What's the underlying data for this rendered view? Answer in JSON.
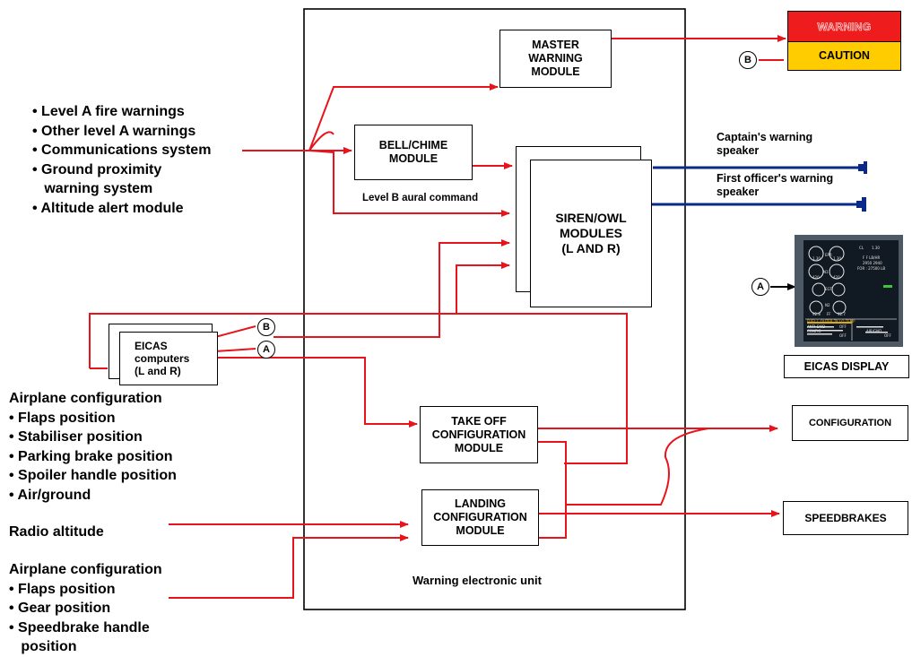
{
  "input_lists": {
    "top": [
      "• Level A fire warnings",
      "• Other level A warnings",
      "• Communications system",
      "• Ground proximity",
      "   warning system",
      "• Altitude alert module"
    ],
    "airplane_config_1": [
      "Airplane configuration",
      "• Flaps position",
      "• Stabiliser position",
      "• Parking brake position",
      "• Spoiler handle position",
      "• Air/ground"
    ],
    "radio_altitude": "Radio altitude",
    "airplane_config_2": [
      "Airplane configuration",
      "• Flaps position",
      "• Gear position",
      "• Speedbrake handle",
      "   position"
    ]
  },
  "modules": {
    "master_warning": "MASTER\nWARNING\nMODULE",
    "bell_chime": "BELL/CHIME\nMODULE",
    "siren_owl": "SIREN/OWL\nMODULES\n(L AND R)",
    "eicas_computers": "EICAS\ncomputers\n(L and R)",
    "takeoff_config": "TAKE OFF\nCONFIGURATION\nMODULE",
    "landing_config": "LANDING\nCONFIGURATION\nMODULE"
  },
  "labels": {
    "level_b_aural": "Level B aural command",
    "warning_unit": "Warning electronic unit",
    "captain_speaker": "Captain's warning\nspeaker",
    "fo_speaker": "First officer's warning\nspeaker",
    "eicas_display": "EICAS DISPLAY"
  },
  "annunciators": {
    "warning": "WARNING",
    "caution": "CAUTION",
    "warning_color": "#ee1c1c",
    "caution_color": "#ffcc00"
  },
  "outputs": {
    "configuration": "CONFIGURATION",
    "speedbrakes": "SPEEDBRAKES"
  },
  "badges": {
    "a": "A",
    "b": "B"
  },
  "eicas_screen": {
    "gauge_labels": [
      "EPR",
      "N1",
      "EGT",
      "N2",
      "FF"
    ],
    "gauge_values": [
      "1.30",
      "1.30",
      "420",
      "420",
      "92.8",
      "92.7"
    ],
    "top_right": [
      "CL",
      "1.30",
      "F F  LB/HR",
      "2950  2940",
      "FOR : 27500 LB"
    ],
    "messages": [
      "FUEL  L OUTER TK LO TEMP",
      "ANTI-SKID",
      "CONFIG",
      "AIR/GND"
    ],
    "message_status": [
      "OFF",
      "OFF",
      "OFF"
    ]
  },
  "colors": {
    "wire_red": "#e8141c",
    "speaker_blue": "#0a2a8a"
  }
}
